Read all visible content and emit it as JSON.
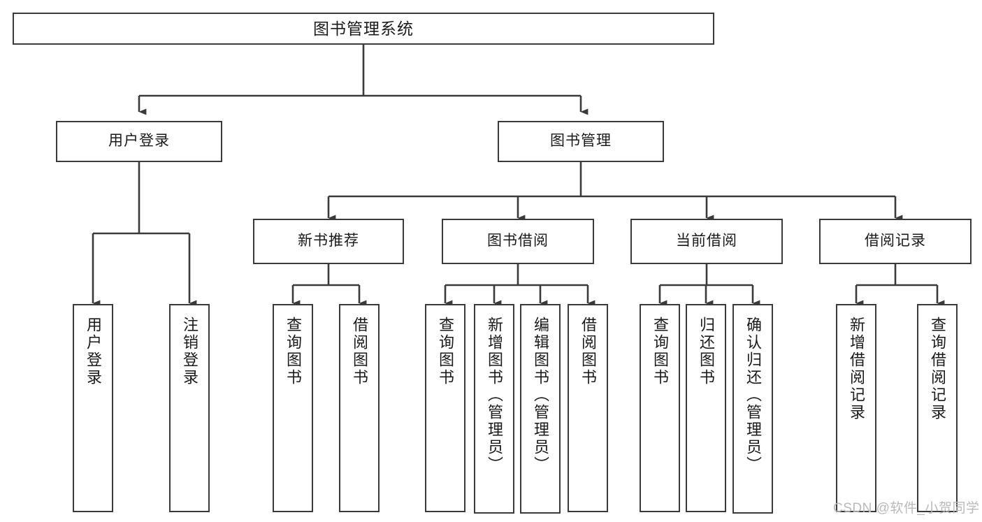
{
  "diagram": {
    "type": "tree",
    "title": "图书管理系统",
    "orientation": "top-down",
    "colors": {
      "box_border": "#3a3a3a",
      "box_fill": "#ffffff",
      "connector": "#3a3a3a",
      "text": "#1a1a1a",
      "watermark": "#b9b9b9"
    },
    "root": {
      "label": "图书管理系统"
    },
    "level2": [
      {
        "label": "用户登录"
      },
      {
        "label": "图书管理"
      }
    ],
    "level3": [
      {
        "label": "新书推荐"
      },
      {
        "label": "图书借阅"
      },
      {
        "label": "当前借阅"
      },
      {
        "label": "借阅记录"
      }
    ],
    "leaves": {
      "user_login": [
        {
          "label": "用户登录"
        },
        {
          "label": "注销登录"
        }
      ],
      "new_book_recommend": [
        {
          "label": "查询图书"
        },
        {
          "label": "借阅图书"
        }
      ],
      "book_borrow": [
        {
          "label": "查询图书"
        },
        {
          "label": "新增图书（管理员）"
        },
        {
          "label": "编辑图书（管理员）"
        },
        {
          "label": "借阅图书"
        }
      ],
      "current_borrow": [
        {
          "label": "查询图书"
        },
        {
          "label": "归还图书"
        },
        {
          "label": "确认归还（管理员）"
        }
      ],
      "borrow_record": [
        {
          "label": "新增借阅记录"
        },
        {
          "label": "查询借阅记录"
        }
      ]
    }
  },
  "watermark": {
    "text": "CSDN @软件_小贺同学"
  }
}
